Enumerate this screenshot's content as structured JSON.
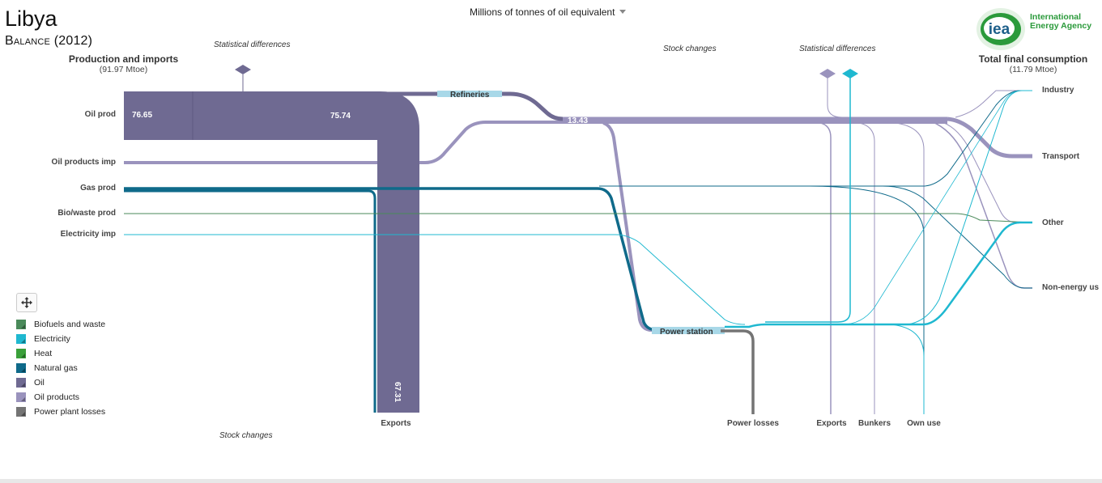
{
  "header": {
    "title": "Libya",
    "subtitle": "Balance (2012)",
    "unit_selector": "Millions of tonnes of oil equivalent"
  },
  "logo": {
    "name_line1": "International",
    "name_line2": "Energy Agency",
    "mark_text": "iea",
    "color": "#2b9a3b"
  },
  "columns": {
    "left_title": "Production and imports",
    "left_sub": "(91.97 Mtoe)",
    "right_title": "Total final consumption",
    "right_sub": "(11.79 Mtoe)"
  },
  "annotations": {
    "stat_diff_left": "Statistical differences",
    "stat_diff_right": "Statistical differences",
    "stock_changes_top": "Stock  changes",
    "stock_changes_bottom": "Stock changes"
  },
  "sources": [
    {
      "id": "oil-prod",
      "label": "Oil prod"
    },
    {
      "id": "oil-products-imp",
      "label": "Oil products imp"
    },
    {
      "id": "gas-prod",
      "label": "Gas prod"
    },
    {
      "id": "biowaste-prod",
      "label": "Bio/waste prod"
    },
    {
      "id": "electricity-imp",
      "label": "Electricity imp"
    }
  ],
  "destinations": [
    {
      "id": "industry",
      "label": "Industry"
    },
    {
      "id": "transport",
      "label": "Transport"
    },
    {
      "id": "other",
      "label": "Other"
    },
    {
      "id": "non-energy-use",
      "label": "Non-energy us"
    }
  ],
  "bottom_nodes": [
    {
      "id": "exports-oil",
      "label": "Exports"
    },
    {
      "id": "power-losses",
      "label": "Power losses"
    },
    {
      "id": "exports",
      "label": "Exports"
    },
    {
      "id": "bunkers",
      "label": "Bunkers"
    },
    {
      "id": "own-use",
      "label": "Own use"
    }
  ],
  "middle_nodes": {
    "refineries": "Refineries",
    "power_station": "Power station"
  },
  "flow_values": {
    "oil_prod": "76.65",
    "oil_after": "75.74",
    "oil_products": "13.43",
    "oil_exports": "67.31"
  },
  "legend": [
    {
      "id": "biofuels-and-waste",
      "label": "Biofuels and waste",
      "color": "#4a8a5a"
    },
    {
      "id": "electricity",
      "label": "Electricity",
      "color": "#1fb8d0"
    },
    {
      "id": "heat",
      "label": "Heat",
      "color": "#3aa03a"
    },
    {
      "id": "natural-gas",
      "label": "Natural gas",
      "color": "#0f6a8a"
    },
    {
      "id": "oil",
      "label": "Oil",
      "color": "#6f6a92"
    },
    {
      "id": "oil-products",
      "label": "Oil products",
      "color": "#9a93bd"
    },
    {
      "id": "power-plant-losses",
      "label": "Power plant losses",
      "color": "#747474"
    }
  ],
  "colors": {
    "oil": "#6f6a92",
    "oil_products": "#9a93bd",
    "natural_gas": "#0f6a8a",
    "electricity": "#1fb8d0",
    "biofuels": "#4a8a5a",
    "losses": "#747474",
    "node_fill": "#a8d8e8"
  }
}
